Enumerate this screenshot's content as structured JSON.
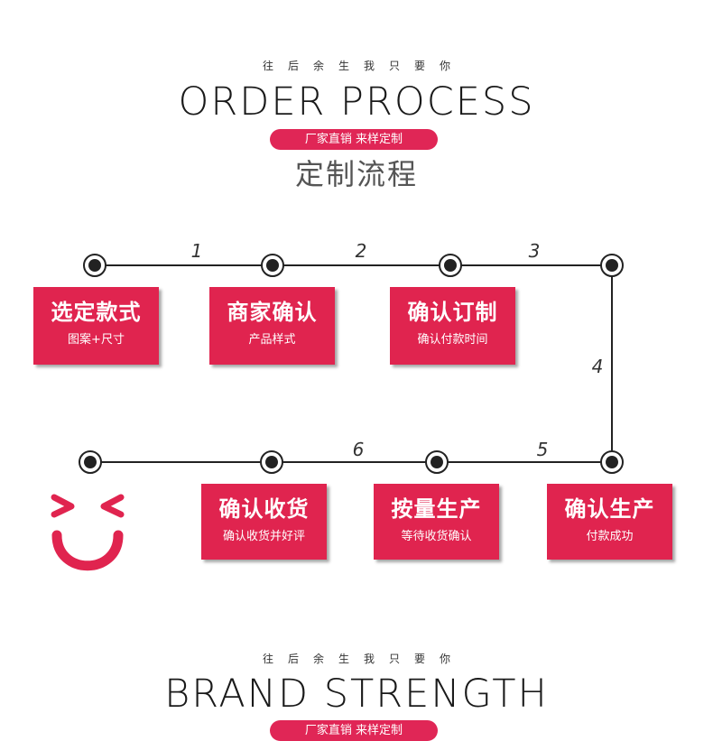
{
  "sections": [
    {
      "tagline": "往后余生我只要你",
      "title": "ORDER PROCESS",
      "pill": "厂家直销 来样定制",
      "cn_title": "定制流程"
    },
    {
      "tagline": "往后余生我只要你",
      "title": "BRAND STRENGTH",
      "pill": "厂家直销 来样定制"
    }
  ],
  "steps": [
    {
      "title": "选定款式",
      "sub": "图案+尺寸"
    },
    {
      "title": "商家确认",
      "sub": "产品样式"
    },
    {
      "title": "确认订制",
      "sub": "确认付款时间"
    },
    {
      "title": "确认生产",
      "sub": "付款成功"
    },
    {
      "title": "按量生产",
      "sub": "等待收货确认"
    },
    {
      "title": "确认收货",
      "sub": "确认收货并好评"
    }
  ],
  "step_numbers": [
    "1",
    "2",
    "3",
    "4",
    "5",
    "6"
  ],
  "colors": {
    "accent": "#e0244f",
    "line": "#222222"
  },
  "icons": {
    "end": "smiley-face-icon"
  }
}
